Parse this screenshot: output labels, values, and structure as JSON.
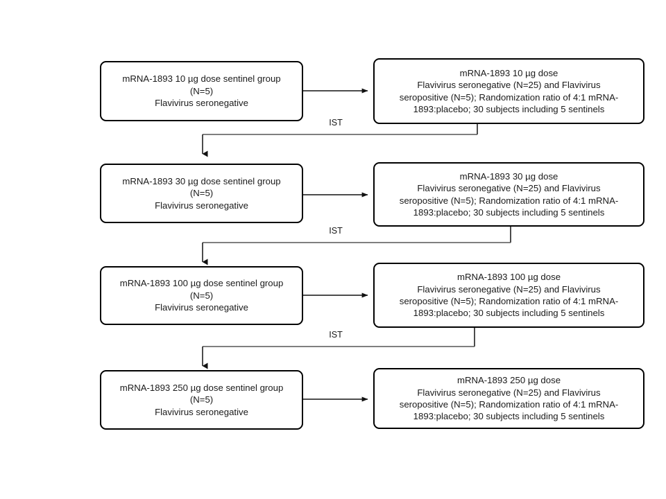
{
  "diagram": {
    "title": "mRNA-1893 dose escalation sentinel flow chart",
    "background_color": "#ffffff",
    "box_border_color": "#000000",
    "text_color": "#1a1a1a",
    "connector_color": "#555555"
  },
  "rows": [
    {
      "id": "row-10ug",
      "sentinel": {
        "label": "mRNA-1893 10 µg dose sentinel group\n(N=5)\nFlavivirus seronegative"
      },
      "cohort": {
        "label": "mRNA-1893 10 µg dose\nFlavivirus seronegative (N=25) and Flavivirus\nseropositive (N=5); Randomization ratio of 4:1 mRNA-\n1893:placebo; 30 subjects including 5 sentinels"
      },
      "escalation_label": "IST"
    },
    {
      "id": "row-30ug",
      "sentinel": {
        "label": "mRNA-1893 30 µg dose sentinel group\n(N=5)\nFlavivirus seronegative"
      },
      "cohort": {
        "label": "mRNA-1893 30 µg dose\nFlavivirus seronegative (N=25) and Flavivirus\nseropositive (N=5); Randomization ratio of 4:1 mRNA-\n1893:placebo; 30 subjects including 5 sentinels"
      },
      "escalation_label": "IST"
    },
    {
      "id": "row-100ug",
      "sentinel": {
        "label": "mRNA-1893 100 µg dose sentinel group\n(N=5)\nFlavivirus seronegative"
      },
      "cohort": {
        "label": "mRNA-1893 100 µg dose\nFlavivirus seronegative (N=25) and Flavivirus\nseropositive (N=5); Randomization ratio of 4:1 mRNA-\n1893:placebo; 30 subjects including 5 sentinels"
      },
      "escalation_label": "IST"
    },
    {
      "id": "row-250ug",
      "sentinel": {
        "label": "mRNA-1893 250 µg dose sentinel group\n(N=5)\nFlavivirus seronegative"
      },
      "cohort": {
        "label": "mRNA-1893 250 µg dose\nFlavivirus seronegative (N=25) and Flavivirus\nseropositive (N=5); Randomization ratio of 4:1 mRNA-\n1893:placebo; 30 subjects including 5 sentinels"
      },
      "escalation_label": null
    }
  ]
}
